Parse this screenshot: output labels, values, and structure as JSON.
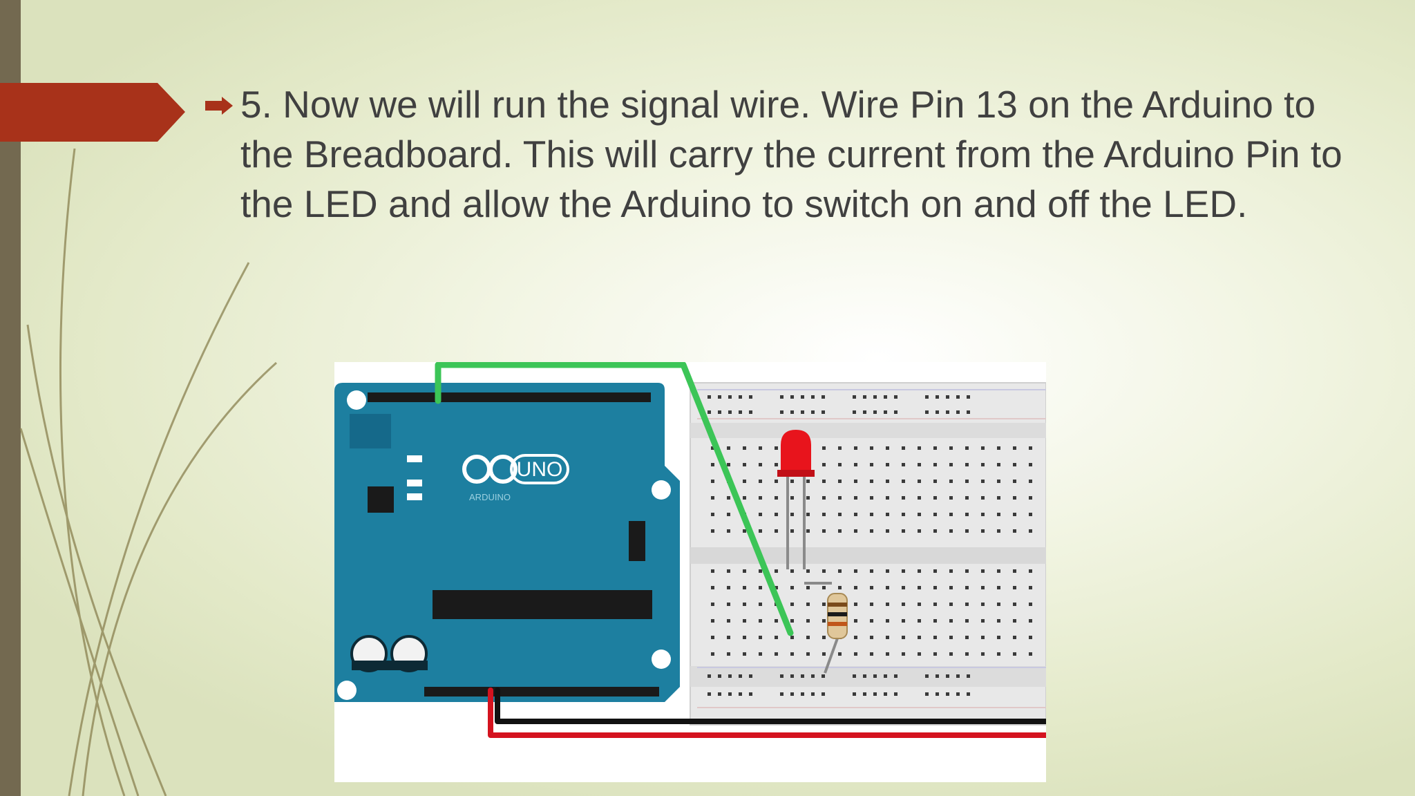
{
  "slide": {
    "bullet_text": "5.  Now we will run the signal wire.  Wire Pin 13 on the Arduino to the Breadboard.  This will carry the current from the Arduino Pin to the LED and allow the Arduino to switch on and off the LED."
  },
  "figure": {
    "board_logo_text": "UNO",
    "board_brand_text": "ARDUINO"
  },
  "colors": {
    "accent_tab": "#a8321a",
    "left_bar": "#736950",
    "board_blue": "#1d7fa0",
    "signal_wire": "#3cc557",
    "power_wire_red": "#d4131f",
    "ground_wire": "#111111",
    "led_red": "#e8141c",
    "text": "#404040"
  }
}
